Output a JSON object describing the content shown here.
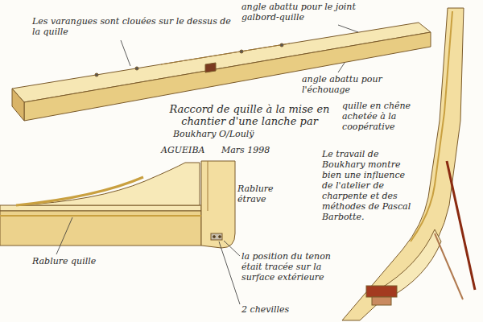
{
  "diagram": {
    "title": "Raccord de quille à la mise en chantier d'une lanche par",
    "labels": [
      "Les varangues sont clouées sur le dessus de la quille",
      "angle abattu pour le joint galbord-quille",
      "angle abattu pour l'échouage",
      "quille en chêne achetée à la coopérative",
      "Boukhary O/Loulÿ",
      "AGUEIBA",
      "Mars 1998",
      "Le travail de Boukhary montre bien une influence de l'atelier de charpente et des méthodes de Pascal Barbotte.",
      "Rablure étrave",
      "Rablure quille",
      "la position du tenon était tracée sur la surface extérieure",
      "2 chevilles"
    ]
  }
}
